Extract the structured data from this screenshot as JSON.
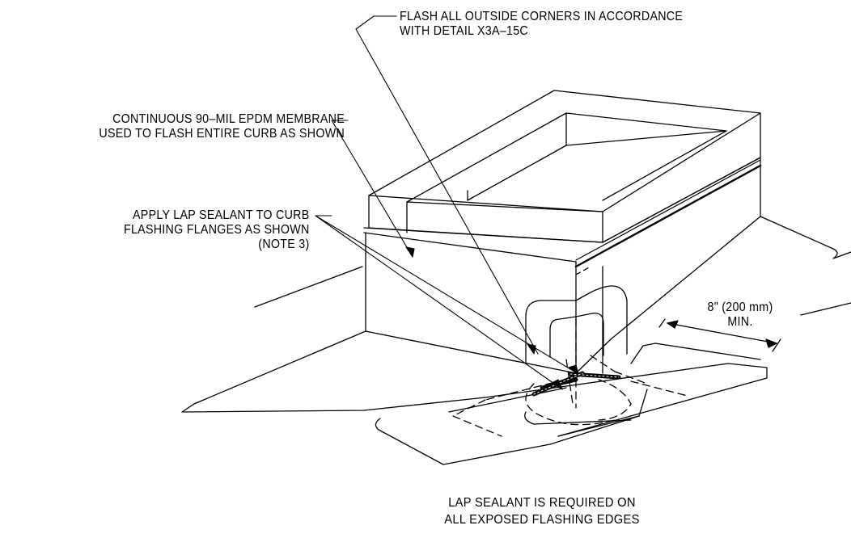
{
  "diagram": {
    "notes": {
      "corners": [
        "FLASH ALL OUTSIDE CORNERS IN ACCORDANCE",
        "WITH DETAIL X3A–15C"
      ],
      "membrane": [
        "CONTINUOUS 90–MIL EPDM MEMBRANE",
        "USED TO FLASH ENTIRE CURB AS SHOWN"
      ],
      "sealant": [
        "APPLY LAP SEALANT TO CURB",
        "FLASHING FLANGES AS SHOWN",
        "(NOTE 3)"
      ],
      "dimension": [
        "8\" (200 mm)",
        "MIN."
      ],
      "bottom": [
        "LAP SEALANT IS REQUIRED ON",
        "ALL EXPOSED FLASHING EDGES"
      ]
    }
  }
}
